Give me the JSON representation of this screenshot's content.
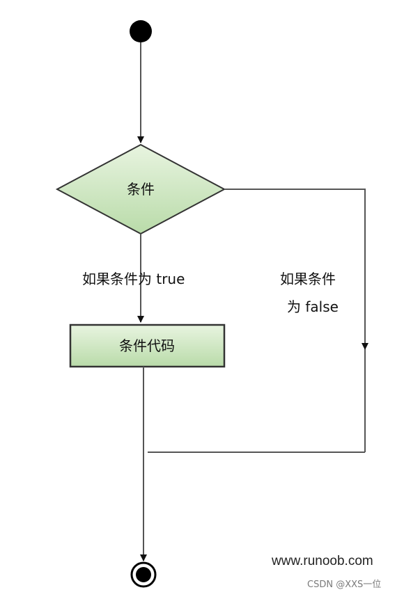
{
  "diagram": {
    "nodes": {
      "condition": "条件",
      "condition_code": "条件代码"
    },
    "edges": {
      "true_label": "如果条件为 true",
      "false_label_line1": "如果条件",
      "false_label_line2": "为 false"
    },
    "colors": {
      "node_fill_top": "#e8f4e0",
      "node_fill_bottom": "#b9dba9",
      "node_stroke": "#333333",
      "line": "#555555",
      "terminal": "#000000"
    }
  },
  "footer": {
    "site": "www.runoob.com",
    "credit": "CSDN @XXS一位"
  }
}
